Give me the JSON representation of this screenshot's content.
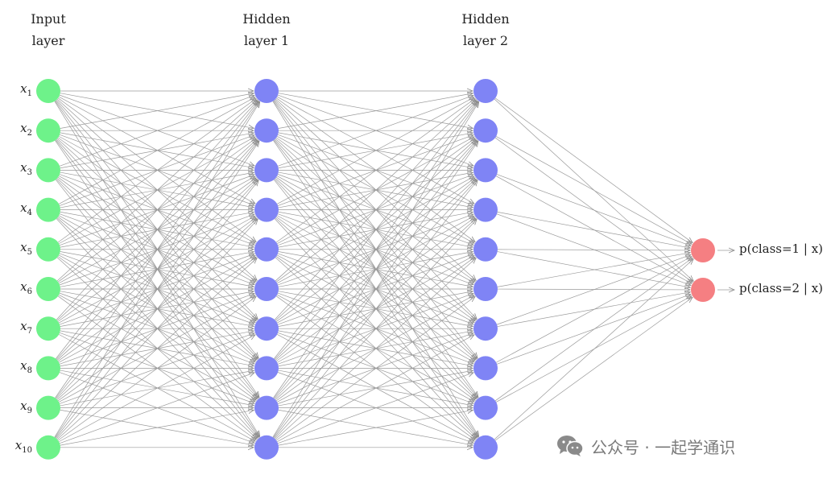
{
  "layers": [
    {
      "title_line1": "Input",
      "title_line2": "layer",
      "size": 10,
      "color": "#6ef28a"
    },
    {
      "title_line1": "Hidden",
      "title_line2": "layer 1",
      "size": 10,
      "color": "#7f84f5"
    },
    {
      "title_line1": "Hidden",
      "title_line2": "layer 2",
      "size": 10,
      "color": "#7f84f5"
    },
    {
      "title_line1": "",
      "title_line2": "",
      "size": 2,
      "color": "#f57f82"
    }
  ],
  "inputs": [
    {
      "base": "x",
      "sub": "1"
    },
    {
      "base": "x",
      "sub": "2"
    },
    {
      "base": "x",
      "sub": "3"
    },
    {
      "base": "x",
      "sub": "4"
    },
    {
      "base": "x",
      "sub": "5"
    },
    {
      "base": "x",
      "sub": "6"
    },
    {
      "base": "x",
      "sub": "7"
    },
    {
      "base": "x",
      "sub": "8"
    },
    {
      "base": "x",
      "sub": "9"
    },
    {
      "base": "x",
      "sub": "10"
    }
  ],
  "outputs": [
    "p(class=1 | x)",
    "p(class=2 | x)"
  ],
  "edge_color": "#9a9a9a",
  "watermark": {
    "text": "公众号 · 一起学通识",
    "icon": "wechat-icon"
  }
}
